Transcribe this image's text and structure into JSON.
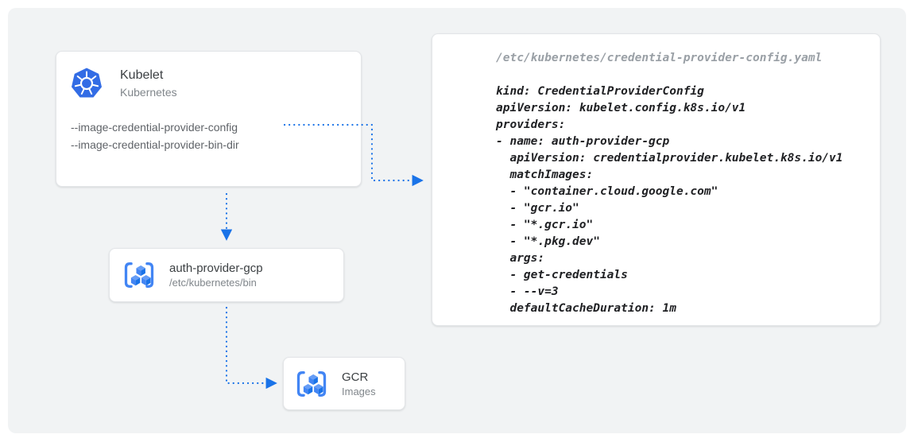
{
  "kubelet_card": {
    "title": "Kubelet",
    "subtitle": "Kubernetes",
    "flags": [
      "--image-credential-provider-config",
      "--image-credential-provider-bin-dir"
    ]
  },
  "auth_card": {
    "title": "auth-provider-gcp",
    "subtitle": "/etc/kubernetes/bin"
  },
  "gcr_card": {
    "title": "GCR",
    "subtitle": "Images"
  },
  "config_card": {
    "path": "/etc/kubernetes/credential-provider-config.yaml",
    "lines": [
      "kind: CredentialProviderConfig",
      "apiVersion: kubelet.config.k8s.io/v1",
      "providers:",
      "- name: auth-provider-gcp",
      "  apiVersion: credentialprovider.kubelet.k8s.io/v1",
      "  matchImages:",
      "  - \"container.cloud.google.com\"",
      "  - \"gcr.io\"",
      "  - \"*.gcr.io\"",
      "  - \"*.pkg.dev\"",
      "  args:",
      "  - get-credentials",
      "  - --v=3",
      "  defaultCacheDuration: 1m"
    ]
  },
  "colors": {
    "arrow_blue": "#1a73e8",
    "kubernetes_blue": "#326ce5",
    "icon_blue": "#4285f4",
    "panel_background": "#f1f3f4"
  }
}
